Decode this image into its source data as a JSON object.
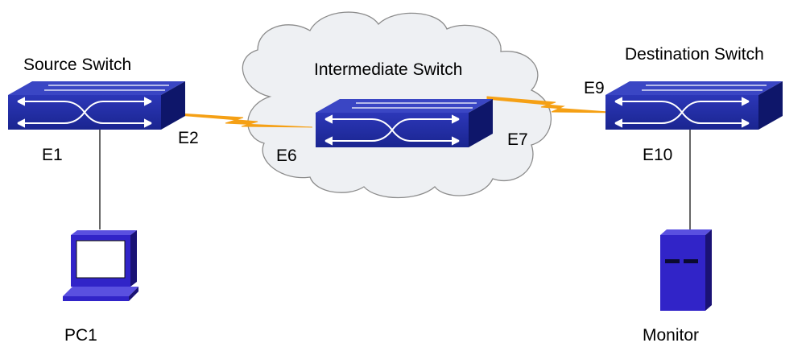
{
  "diagram": {
    "source_switch": {
      "label": "Source Switch"
    },
    "intermediate_switch": {
      "label": "Intermediate Switch"
    },
    "destination_switch": {
      "label": "Destination Switch"
    },
    "ports": {
      "e1": "E1",
      "e2": "E2",
      "e6": "E6",
      "e7": "E7",
      "e9": "E9",
      "e10": "E10"
    },
    "pc": {
      "label": "PC1"
    },
    "monitor": {
      "label": "Monitor"
    },
    "colors": {
      "switch_front": "#1f2b9e",
      "switch_top": "#3a46c4",
      "switch_side": "#0e166a",
      "link_lightning": "#f5a015",
      "cloud_fill": "#eef0f3",
      "cloud_stroke": "#8c8c8c",
      "device_body": "#3124c8",
      "pc_screen": "#ffffff"
    }
  }
}
